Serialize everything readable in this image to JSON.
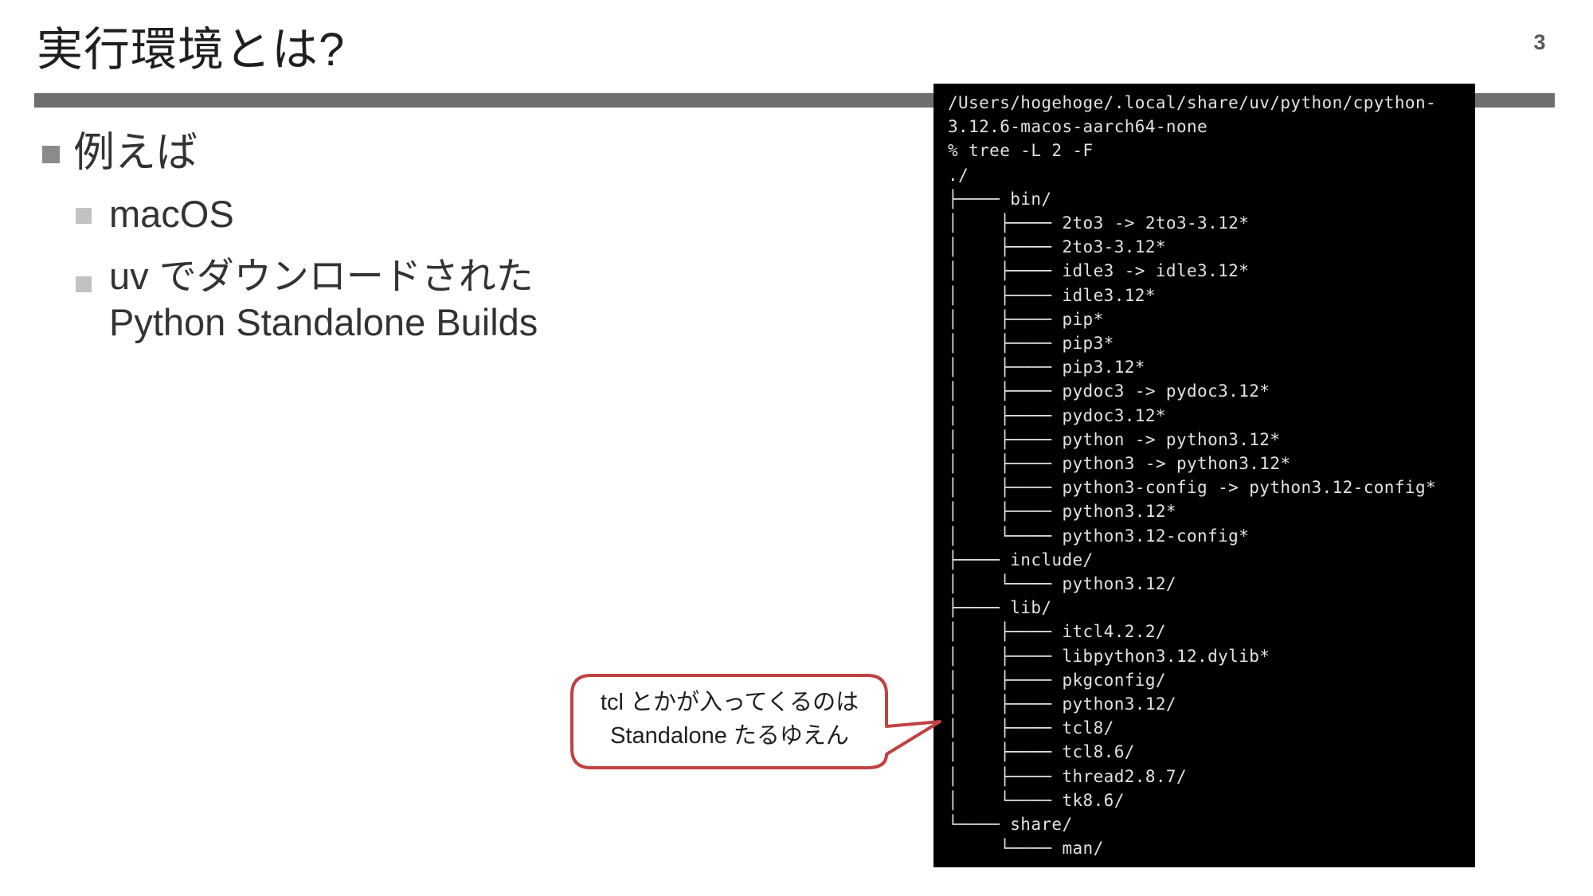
{
  "slide": {
    "title": "実行環境とは?",
    "page_number": "3"
  },
  "bullets": {
    "item1": "例えば",
    "item2": "macOS",
    "item3_line1": "uv でダウンロードされた",
    "item3_line2": "Python Standalone Builds"
  },
  "terminal": {
    "lines": [
      "/Users/hogehoge/.local/share/uv/python/cpython-",
      "3.12.6-macos-aarch64-none",
      "% tree -L 2 -F",
      "./",
      "├──── bin/",
      "│    ├──── 2to3 -> 2to3-3.12*",
      "│    ├──── 2to3-3.12*",
      "│    ├──── idle3 -> idle3.12*",
      "│    ├──── idle3.12*",
      "│    ├──── pip*",
      "│    ├──── pip3*",
      "│    ├──── pip3.12*",
      "│    ├──── pydoc3 -> pydoc3.12*",
      "│    ├──── pydoc3.12*",
      "│    ├──── python -> python3.12*",
      "│    ├──── python3 -> python3.12*",
      "│    ├──── python3-config -> python3.12-config*",
      "│    ├──── python3.12*",
      "│    └──── python3.12-config*",
      "├──── include/",
      "│    └──── python3.12/",
      "├──── lib/",
      "│    ├──── itcl4.2.2/",
      "│    ├──── libpython3.12.dylib*",
      "│    ├──── pkgconfig/",
      "│    ├──── python3.12/",
      "│    ├──── tcl8/",
      "│    ├──── tcl8.6/",
      "│    ├──── thread2.8.7/",
      "│    └──── tk8.6/",
      "└──── share/",
      "     └──── man/"
    ]
  },
  "callout": {
    "line1": "tcl とかが入ってくるのは",
    "line2": "Standalone たるゆえん",
    "border_color": "#bf4341",
    "fill_color": "#ffffff"
  },
  "colors": {
    "accent_bar": "#6e6e6e",
    "terminal_bg": "#000000",
    "terminal_text": "#e2e2e2",
    "title_text": "#1f1f1f"
  }
}
